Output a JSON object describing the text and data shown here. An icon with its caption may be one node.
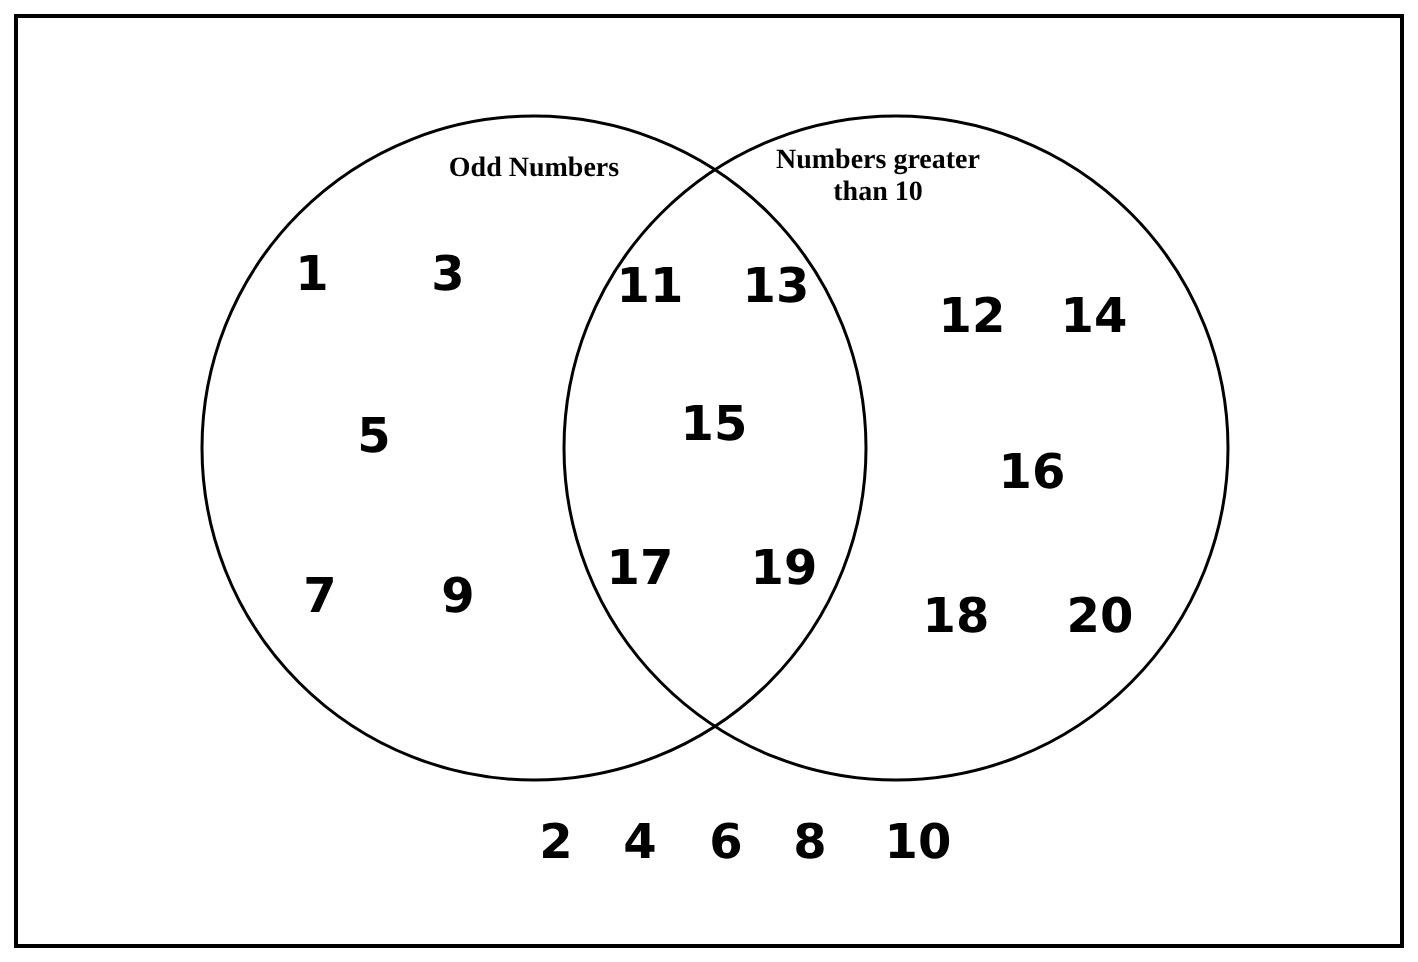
{
  "diagram": {
    "nodes": [
      {
        "text": [],
        "shape": "box"
      },
      {
        "text": [
          "Odd Numbers"
        ],
        "in": 0
      },
      {
        "text": [
          "Numbers greater than 10"
        ],
        "in": 0
      }
    ],
    "edges": [],
    "labels": [
      "1",
      "3",
      "5",
      "7",
      "9",
      "11",
      "13",
      "15",
      "17",
      "19",
      "12",
      "14",
      "16",
      "18",
      "20",
      "2",
      "4",
      "6",
      "8",
      "10"
    ]
  }
}
